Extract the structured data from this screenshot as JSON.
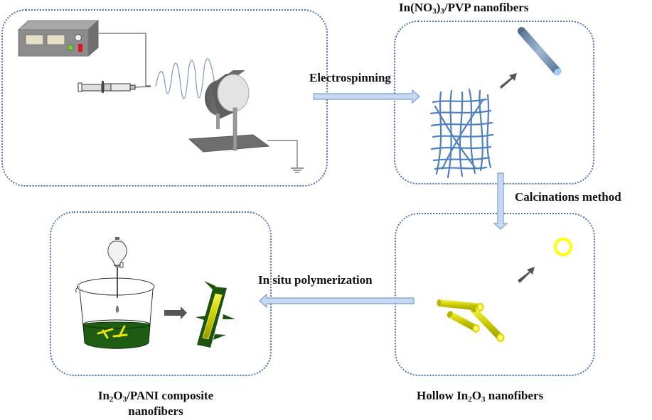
{
  "diagram": {
    "title": "Synthesis scheme of In2O3/PANI composite nanofibers",
    "steps": [
      {
        "id": "electrospinning-setup",
        "product_label": "",
        "components": [
          "high-voltage power supply",
          "syringe with spinneret",
          "polymer jet",
          "rotating drum collector",
          "ground"
        ]
      },
      {
        "id": "precursor-fibers",
        "product_label": {
          "pre": "In(NO",
          "sub1": "3",
          "mid": ")",
          "sub2": "3",
          "post": "/PVP nanofibers"
        },
        "components": [
          "nanofiber mat",
          "single nanofiber"
        ]
      },
      {
        "id": "hollow-fibers",
        "product_label": {
          "pre": "Hollow In",
          "sub1": "2",
          "mid": "O",
          "sub2": "3",
          "post": " nanofibers"
        },
        "components": [
          "hollow In2O3 tubes",
          "tube cross-section ring"
        ]
      },
      {
        "id": "composite-fibers",
        "product_label": {
          "pre": "In",
          "sub1": "2",
          "mid": "O",
          "sub2": "3",
          "post": "/PANI composite",
          "line2": "nanofibers"
        },
        "components": [
          "separatory funnel",
          "beaker with aniline solution",
          "PANI-coated In2O3 fiber"
        ]
      }
    ],
    "transitions": [
      {
        "from": "electrospinning-setup",
        "to": "precursor-fibers",
        "label": "Electrospinning",
        "direction": "right"
      },
      {
        "from": "precursor-fibers",
        "to": "hollow-fibers",
        "label": "Calcinations method",
        "direction": "down"
      },
      {
        "from": "hollow-fibers",
        "to": "composite-fibers",
        "label": "In situ polymerization",
        "direction": "left"
      }
    ],
    "colors": {
      "panel_border": "#4a72b0",
      "flow_arrow_fill": "#c6d9f1",
      "flow_arrow_stroke": "#7f9fcf",
      "fiber_mat": "#4f81bd",
      "precursor_fiber": "#6e8aa8",
      "hollow_fiber": "#e8e800",
      "pani": "#1e5210",
      "solution": "#1f5c14",
      "small_arrow": "#505050",
      "device_gray": "#8c8c8c"
    }
  }
}
